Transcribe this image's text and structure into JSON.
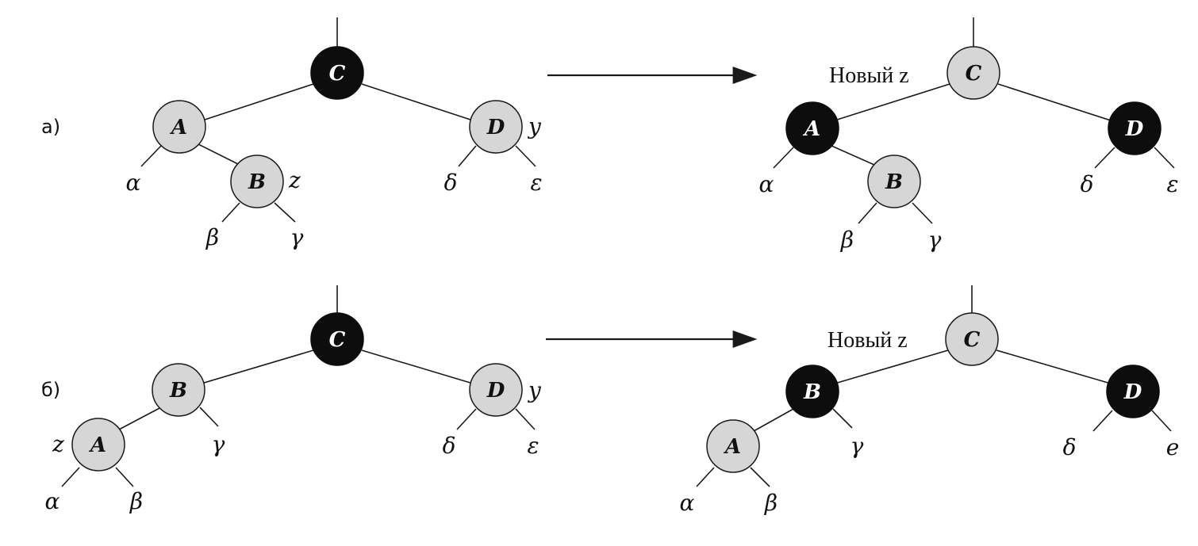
{
  "case_a": {
    "label": "а)",
    "before": {
      "nodes": {
        "C": "C",
        "A": "A",
        "B": "B",
        "D": "D"
      },
      "tags": {
        "z": "z",
        "y": "y"
      },
      "leaves": {
        "alpha": "α",
        "beta": "β",
        "gamma": "γ",
        "delta": "δ",
        "epsilon": "ε"
      }
    },
    "after": {
      "new_z_label": "Новый z",
      "nodes": {
        "C": "C",
        "A": "A",
        "B": "B",
        "D": "D"
      },
      "leaves": {
        "alpha": "α",
        "beta": "β",
        "gamma": "γ",
        "delta": "δ",
        "epsilon": "ε"
      }
    }
  },
  "case_b": {
    "label": "б)",
    "before": {
      "nodes": {
        "C": "C",
        "B": "B",
        "A": "A",
        "D": "D"
      },
      "tags": {
        "z": "z",
        "y": "y"
      },
      "leaves": {
        "alpha": "α",
        "beta": "β",
        "gamma": "γ",
        "delta": "δ",
        "epsilon": "ε"
      }
    },
    "after": {
      "new_z_label": "Новый z",
      "nodes": {
        "C": "C",
        "B": "B",
        "A": "A",
        "D": "D"
      },
      "leaves": {
        "alpha": "α",
        "beta": "β",
        "gamma": "γ",
        "delta": "δ",
        "epsilon": "e"
      }
    }
  },
  "colors": {
    "black_node": "#0d0d0d",
    "red_node_gray": "#d6d6d6",
    "line": "#1a1a1a"
  }
}
